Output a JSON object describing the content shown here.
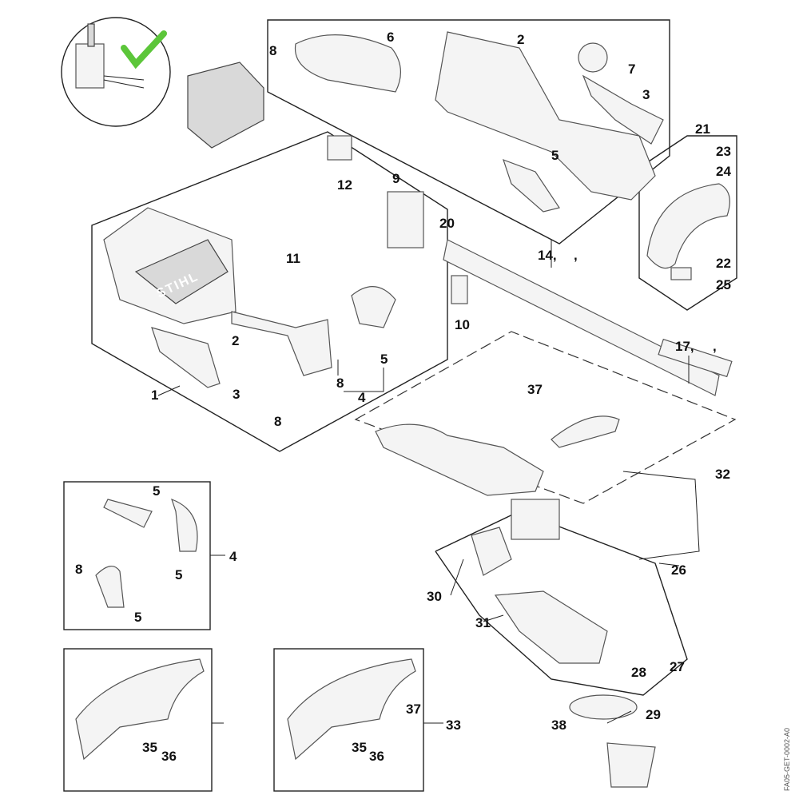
{
  "diagram": {
    "type": "exploded-parts-diagram",
    "drawing_code": "FA05-GET-0002-A0",
    "logo_text": "STIHL",
    "check_color": "#5cc63a",
    "labels": [
      "6",
      "2",
      "7",
      "3",
      "8",
      "21",
      "23",
      "24",
      "22",
      "25",
      "12",
      "9",
      "20",
      "11",
      "14,",
      ",",
      "10",
      "5",
      "17,",
      ",",
      "2",
      "3",
      "1",
      "8",
      "5",
      "4",
      "8",
      "37",
      "32",
      "26",
      "30",
      "31",
      "28",
      "27",
      "29",
      "38",
      "4",
      "5",
      "5",
      "8",
      "5",
      "37",
      "33",
      "35",
      "36",
      "35",
      "36"
    ]
  }
}
